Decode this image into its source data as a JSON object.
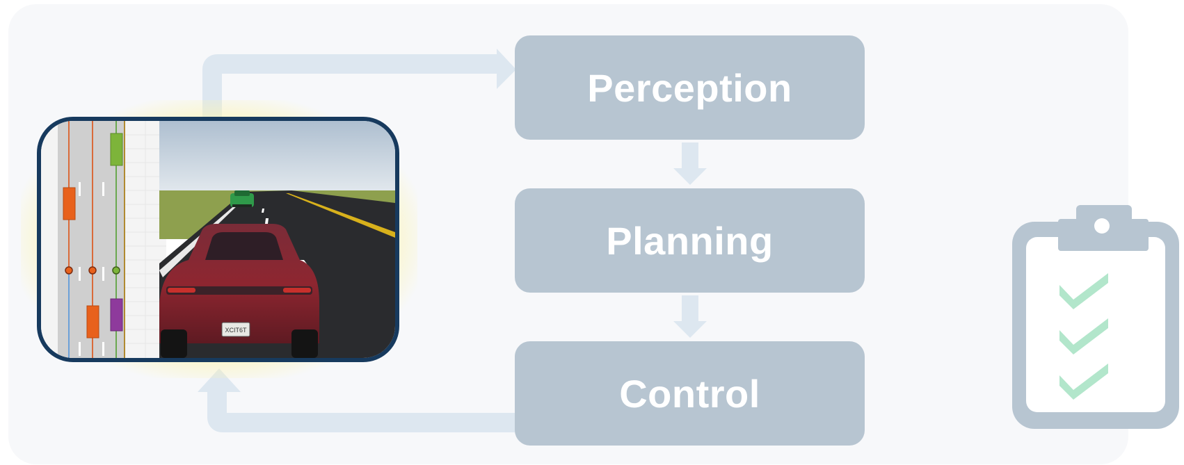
{
  "pipeline": {
    "stages": [
      {
        "label": "Perception"
      },
      {
        "label": "Planning"
      },
      {
        "label": "Control"
      }
    ]
  },
  "simulation": {
    "icon": "driving-simulation-image",
    "license_plate": "XCIT6T"
  },
  "checklist": {
    "icon": "clipboard-checklist-icon",
    "checked_items": 3
  },
  "colors": {
    "panel": "#f7f8fa",
    "stage_box": "#b7c5d1",
    "arrow": "#dde7f0",
    "frame_border": "#173a5e",
    "glow": "#fcf4b0",
    "check": "#b2e6cb",
    "clipboard": "#b7c5d1"
  }
}
